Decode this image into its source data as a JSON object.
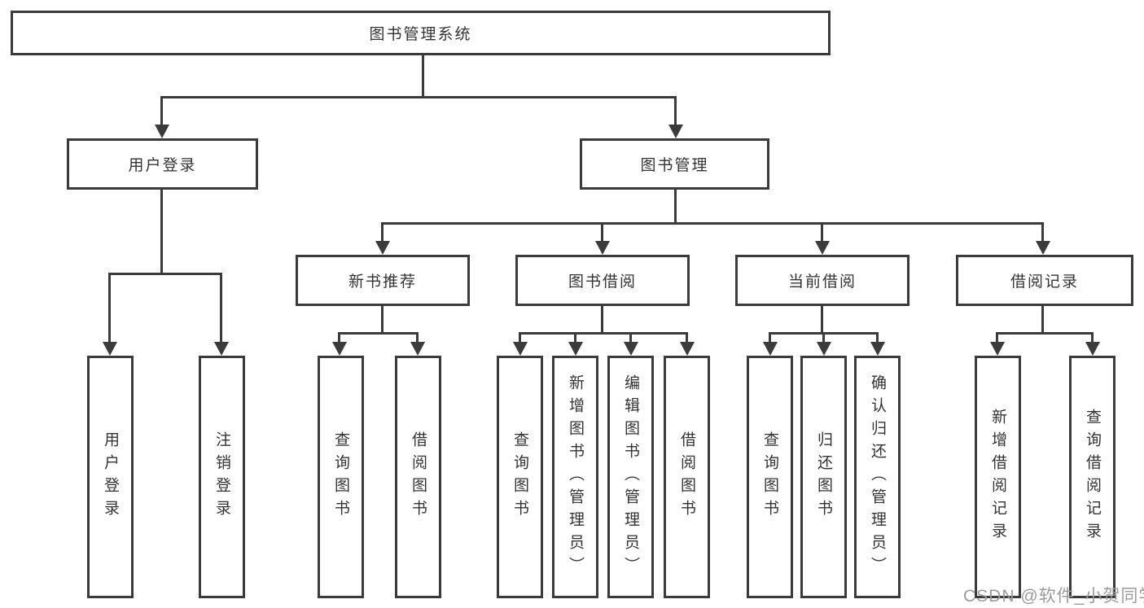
{
  "tree": {
    "root": {
      "label": "图书管理系统"
    },
    "children": [
      {
        "label": "用户登录",
        "children": [
          {
            "label": "用户登录"
          },
          {
            "label": "注销登录"
          }
        ]
      },
      {
        "label": "图书管理",
        "children": [
          {
            "label": "新书推荐",
            "children": [
              {
                "label": "查询图书"
              },
              {
                "label": "借阅图书"
              }
            ]
          },
          {
            "label": "图书借阅",
            "children": [
              {
                "label": "查询图书"
              },
              {
                "label": "新增图书（管理员）"
              },
              {
                "label": "编辑图书（管理员）"
              },
              {
                "label": "借阅图书"
              }
            ]
          },
          {
            "label": "当前借阅",
            "children": [
              {
                "label": "查询图书"
              },
              {
                "label": "归还图书"
              },
              {
                "label": "确认归还（管理员）"
              }
            ]
          },
          {
            "label": "借阅记录",
            "children": [
              {
                "label": "新增借阅记录"
              },
              {
                "label": "查询借阅记录"
              }
            ]
          }
        ]
      }
    ]
  },
  "watermark": {
    "text": "CSDN @软件_小贺同学"
  },
  "colors": {
    "line": "#3b3b3b",
    "text": "#333333",
    "watermark": "#9b9b9b",
    "background": "#ffffff"
  }
}
